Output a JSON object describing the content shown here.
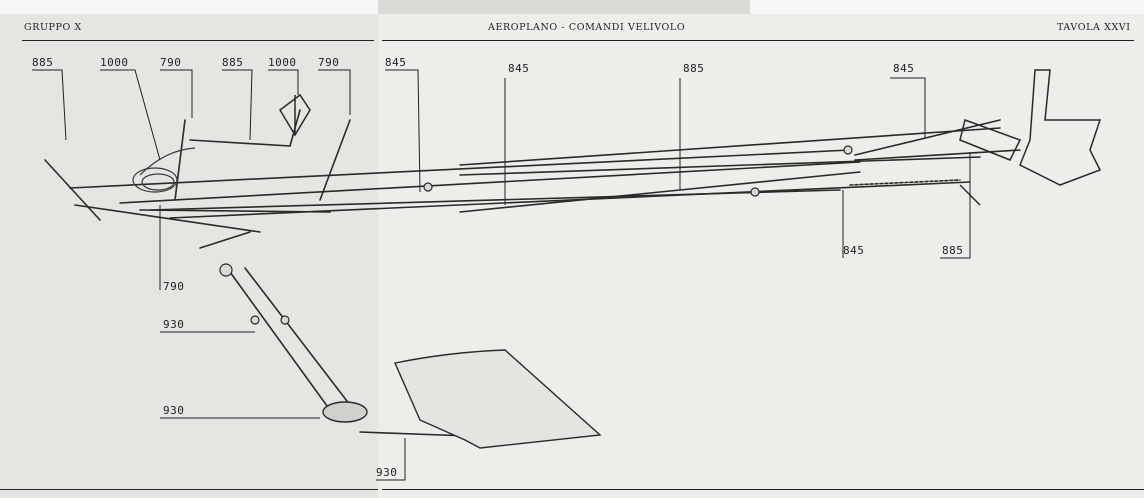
{
  "header": {
    "left": "GRUPPO X",
    "center": "AEROPLANO - COMANDI VELIVOLO",
    "right": "TAVOLA XXVI"
  },
  "callouts": [
    "885",
    "1000",
    "790",
    "885",
    "1000",
    "790",
    "845",
    "845",
    "885",
    "845",
    "790",
    "930",
    "930",
    "930",
    "845",
    "885"
  ]
}
